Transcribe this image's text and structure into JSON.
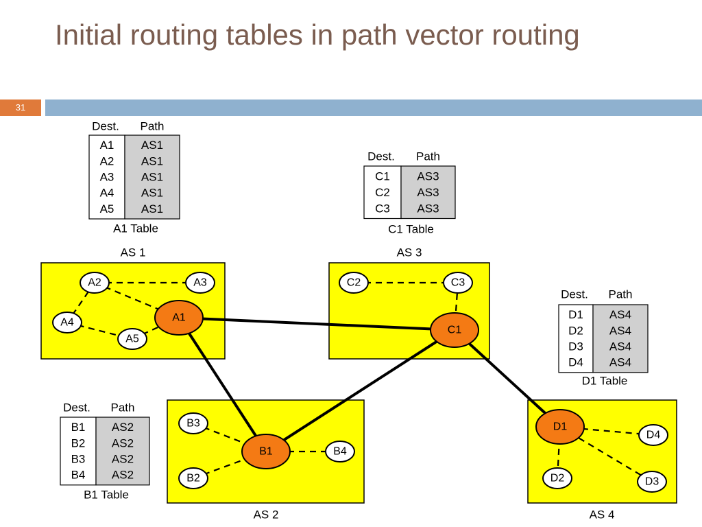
{
  "slide": {
    "title": "Initial routing tables in path vector routing",
    "page_number": "31"
  },
  "colors": {
    "title_text": "#7a5c4f",
    "rule_bar": "#8fb1cf",
    "page_badge": "#e07a3a",
    "as_area": "#ffff00",
    "speaker_node": "#f47a14",
    "path_cell": "#d0d0d0"
  },
  "autonomous_systems": [
    {
      "id": "as1",
      "label": "AS 1"
    },
    {
      "id": "as2",
      "label": "AS 2"
    },
    {
      "id": "as3",
      "label": "AS 3"
    },
    {
      "id": "as4",
      "label": "AS 4"
    }
  ],
  "nodes": [
    {
      "id": "A1",
      "label": "A1",
      "speaker": true
    },
    {
      "id": "A2",
      "label": "A2",
      "speaker": false
    },
    {
      "id": "A3",
      "label": "A3",
      "speaker": false
    },
    {
      "id": "A4",
      "label": "A4",
      "speaker": false
    },
    {
      "id": "A5",
      "label": "A5",
      "speaker": false
    },
    {
      "id": "B1",
      "label": "B1",
      "speaker": true
    },
    {
      "id": "B2",
      "label": "B2",
      "speaker": false
    },
    {
      "id": "B3",
      "label": "B3",
      "speaker": false
    },
    {
      "id": "B4",
      "label": "B4",
      "speaker": false
    },
    {
      "id": "C1",
      "label": "C1",
      "speaker": true
    },
    {
      "id": "C2",
      "label": "C2",
      "speaker": false
    },
    {
      "id": "C3",
      "label": "C3",
      "speaker": false
    },
    {
      "id": "D1",
      "label": "D1",
      "speaker": true
    },
    {
      "id": "D2",
      "label": "D2",
      "speaker": false
    },
    {
      "id": "D3",
      "label": "D3",
      "speaker": false
    },
    {
      "id": "D4",
      "label": "D4",
      "speaker": false
    }
  ],
  "intra_links": [
    [
      "A2",
      "A3"
    ],
    [
      "A2",
      "A1"
    ],
    [
      "A2",
      "A4"
    ],
    [
      "A4",
      "A5"
    ],
    [
      "A5",
      "A1"
    ],
    [
      "C2",
      "C3"
    ],
    [
      "C3",
      "C1"
    ],
    [
      "B3",
      "B1"
    ],
    [
      "B1",
      "B4"
    ],
    [
      "B2",
      "B1"
    ],
    [
      "D1",
      "D4"
    ],
    [
      "D1",
      "D2"
    ],
    [
      "D1",
      "D3"
    ]
  ],
  "inter_links": [
    [
      "A1",
      "C1"
    ],
    [
      "A1",
      "B1"
    ],
    [
      "B1",
      "C1"
    ],
    [
      "C1",
      "D1"
    ]
  ],
  "tables": [
    {
      "id": "a1",
      "caption": "A1 Table",
      "header_dest": "Dest.",
      "header_path": "Path",
      "rows": [
        [
          "A1",
          "AS1"
        ],
        [
          "A2",
          "AS1"
        ],
        [
          "A3",
          "AS1"
        ],
        [
          "A4",
          "AS1"
        ],
        [
          "A5",
          "AS1"
        ]
      ]
    },
    {
      "id": "c1",
      "caption": "C1 Table",
      "header_dest": "Dest.",
      "header_path": "Path",
      "rows": [
        [
          "C1",
          "AS3"
        ],
        [
          "C2",
          "AS3"
        ],
        [
          "C3",
          "AS3"
        ]
      ]
    },
    {
      "id": "d1",
      "caption": "D1 Table",
      "header_dest": "Dest.",
      "header_path": "Path",
      "rows": [
        [
          "D1",
          "AS4"
        ],
        [
          "D2",
          "AS4"
        ],
        [
          "D3",
          "AS4"
        ],
        [
          "D4",
          "AS4"
        ]
      ]
    },
    {
      "id": "b1",
      "caption": "B1 Table",
      "header_dest": "Dest.",
      "header_path": "Path",
      "rows": [
        [
          "B1",
          "AS2"
        ],
        [
          "B2",
          "AS2"
        ],
        [
          "B3",
          "AS2"
        ],
        [
          "B4",
          "AS2"
        ]
      ]
    }
  ]
}
